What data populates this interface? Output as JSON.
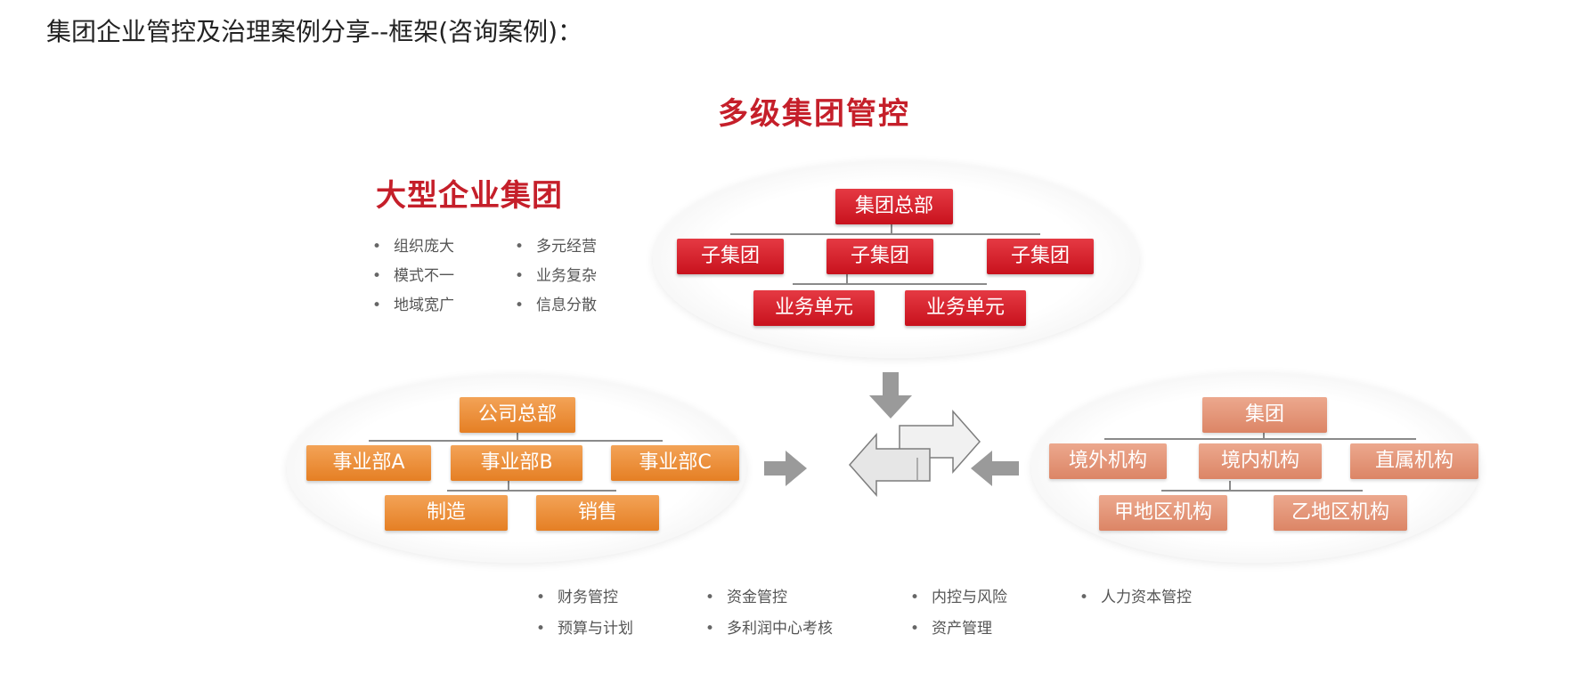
{
  "page_title": "集团企业管控及治理案例分享--框架(咨询案例)：",
  "diagram": {
    "main_title": "多级集团管控",
    "sub_title": "大型企业集团",
    "features": [
      "组织庞大",
      "多元经营",
      "模式不一",
      "业务复杂",
      "地域宽广",
      "信息分散"
    ],
    "top_tree": {
      "root": "集团总部",
      "level2": [
        "子集团",
        "子集团",
        "子集团"
      ],
      "level3": [
        "业务单元",
        "业务单元"
      ]
    },
    "left_tree": {
      "root": "公司总部",
      "level2": [
        "事业部A",
        "事业部B",
        "事业部C"
      ],
      "level3": [
        "制造",
        "销售"
      ]
    },
    "right_tree": {
      "root": "集团",
      "level2": [
        "境外机构",
        "境内机构",
        "直属机构"
      ],
      "level3": [
        "甲地区机构",
        "乙地区机构"
      ]
    },
    "bottom_list": [
      "财务管控",
      "资金管控",
      "内控与风险",
      "人力资本管控",
      "预算与计划",
      "多利润中心考核",
      "资产管理"
    ],
    "colors": {
      "title": "#c51f2a",
      "top_boxes": "#d9252f",
      "left_boxes": "#ee9440",
      "right_boxes": "#e39478",
      "arrows": "#9a9a9a"
    }
  }
}
